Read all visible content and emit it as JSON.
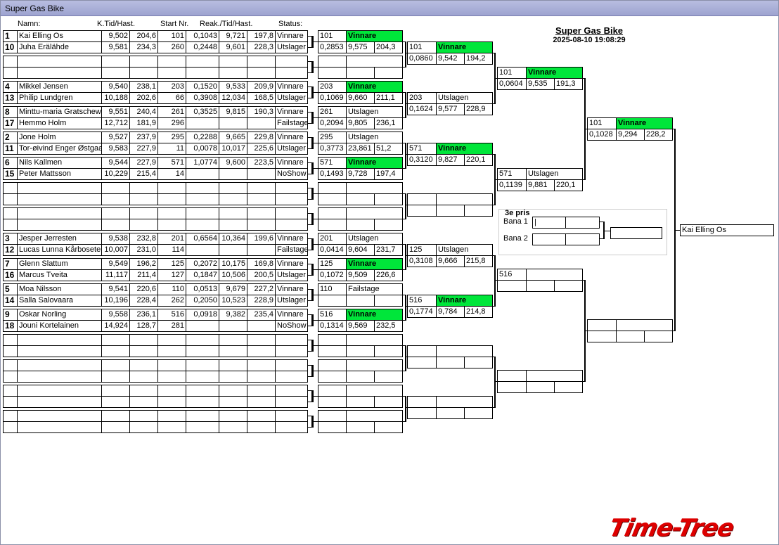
{
  "window": {
    "title": "Super Gas Bike"
  },
  "header": {
    "name": "Namn:",
    "ktid": "K.Tid/Hast.",
    "startnr": "Start Nr.",
    "reak": "Reak./Tid/Hast.",
    "status": "Status:"
  },
  "event": {
    "title": "Super Gas Bike",
    "datetime": "2025-08-10 19:08:29"
  },
  "third_place": {
    "label": "3e pris",
    "lane1": "Bana 1",
    "lane2": "Bana 2"
  },
  "champion": "Kai Elling Os",
  "logo_text": "Time-Tree",
  "colors": {
    "winner": "#00e63a",
    "logo": "#dd0000"
  },
  "round1": [
    {
      "seed": "1",
      "name": "Kai Elling Os",
      "kt": "9,502",
      "hast": "204,6",
      "nr": "101",
      "reak": "0,1043",
      "tid": "9,721",
      "h2": "197,8",
      "status": "Vinnare"
    },
    {
      "seed": "10",
      "name": "Juha Erälähde",
      "kt": "9,581",
      "hast": "234,3",
      "nr": "260",
      "reak": "0,2448",
      "tid": "9,601",
      "h2": "228,3",
      "status": "Utslager"
    },
    {
      "seed": "",
      "name": "",
      "kt": "",
      "hast": "",
      "nr": "",
      "reak": "",
      "tid": "",
      "h2": "",
      "status": ""
    },
    {
      "seed": "",
      "name": "",
      "kt": "",
      "hast": "",
      "nr": "",
      "reak": "",
      "tid": "",
      "h2": "",
      "status": ""
    },
    {
      "seed": "4",
      "name": "Mikkel Jensen",
      "kt": "9,540",
      "hast": "238,1",
      "nr": "203",
      "reak": "0,1520",
      "tid": "9,533",
      "h2": "209,9",
      "status": "Vinnare"
    },
    {
      "seed": "13",
      "name": "Philip Lundgren",
      "kt": "10,188",
      "hast": "202,6",
      "nr": "66",
      "reak": "0,3908",
      "tid": "12,034",
      "h2": "168,5",
      "status": "Utslager"
    },
    {
      "seed": "8",
      "name": "Minttu-maria Gratschew",
      "kt": "9,551",
      "hast": "240,4",
      "nr": "261",
      "reak": "0,3525",
      "tid": "9,815",
      "h2": "190,3",
      "status": "Vinnare"
    },
    {
      "seed": "17",
      "name": "Hemmo Holm",
      "kt": "12,712",
      "hast": "181,9",
      "nr": "296",
      "reak": "",
      "tid": "",
      "h2": "",
      "status": "Failstage"
    },
    {
      "seed": "2",
      "name": "Jone Holm",
      "kt": "9,527",
      "hast": "237,9",
      "nr": "295",
      "reak": "0,2288",
      "tid": "9,665",
      "h2": "229,8",
      "status": "Vinnare"
    },
    {
      "seed": "11",
      "name": "Tor-øivind Enger Østgaard",
      "kt": "9,583",
      "hast": "227,9",
      "nr": "11",
      "reak": "0,0078",
      "tid": "10,017",
      "h2": "225,6",
      "status": "Utslager"
    },
    {
      "seed": "6",
      "name": "Nils Kallmen",
      "kt": "9,544",
      "hast": "227,9",
      "nr": "571",
      "reak": "1,0774",
      "tid": "9,600",
      "h2": "223,5",
      "status": "Vinnare"
    },
    {
      "seed": "15",
      "name": "Peter Mattsson",
      "kt": "10,229",
      "hast": "215,4",
      "nr": "14",
      "reak": "",
      "tid": "",
      "h2": "",
      "status": "NoShow"
    },
    {
      "seed": "",
      "name": "",
      "kt": "",
      "hast": "",
      "nr": "",
      "reak": "",
      "tid": "",
      "h2": "",
      "status": ""
    },
    {
      "seed": "",
      "name": "",
      "kt": "",
      "hast": "",
      "nr": "",
      "reak": "",
      "tid": "",
      "h2": "",
      "status": ""
    },
    {
      "seed": "",
      "name": "",
      "kt": "",
      "hast": "",
      "nr": "",
      "reak": "",
      "tid": "",
      "h2": "",
      "status": ""
    },
    {
      "seed": "",
      "name": "",
      "kt": "",
      "hast": "",
      "nr": "",
      "reak": "",
      "tid": "",
      "h2": "",
      "status": ""
    },
    {
      "seed": "3",
      "name": "Jesper Jerresten",
      "kt": "9,538",
      "hast": "232,8",
      "nr": "201",
      "reak": "0,6564",
      "tid": "10,364",
      "h2": "199,6",
      "status": "Vinnare"
    },
    {
      "seed": "12",
      "name": "Lucas Lunna Kårbosete",
      "kt": "10,007",
      "hast": "231,0",
      "nr": "114",
      "reak": "",
      "tid": "",
      "h2": "",
      "status": "Failstage"
    },
    {
      "seed": "7",
      "name": "Glenn Slattum",
      "kt": "9,549",
      "hast": "196,2",
      "nr": "125",
      "reak": "0,2072",
      "tid": "10,175",
      "h2": "169,8",
      "status": "Vinnare"
    },
    {
      "seed": "16",
      "name": "Marcus Tveita",
      "kt": "11,117",
      "hast": "211,4",
      "nr": "127",
      "reak": "0,1847",
      "tid": "10,506",
      "h2": "200,5",
      "status": "Utslager"
    },
    {
      "seed": "5",
      "name": "Moa Nilsson",
      "kt": "9,541",
      "hast": "220,6",
      "nr": "110",
      "reak": "0,0513",
      "tid": "9,679",
      "h2": "227,2",
      "status": "Vinnare"
    },
    {
      "seed": "14",
      "name": "Salla Salovaara",
      "kt": "10,196",
      "hast": "228,4",
      "nr": "262",
      "reak": "0,2050",
      "tid": "10,523",
      "h2": "228,9",
      "status": "Utslager"
    },
    {
      "seed": "9",
      "name": "Oskar Norling",
      "kt": "9,558",
      "hast": "236,1",
      "nr": "516",
      "reak": "0,0918",
      "tid": "9,382",
      "h2": "235,4",
      "status": "Vinnare"
    },
    {
      "seed": "18",
      "name": "Jouni Kortelainen",
      "kt": "14,924",
      "hast": "128,7",
      "nr": "281",
      "reak": "",
      "tid": "",
      "h2": "",
      "status": "NoShow"
    },
    {
      "seed": "",
      "name": "",
      "kt": "",
      "hast": "",
      "nr": "",
      "reak": "",
      "tid": "",
      "h2": "",
      "status": ""
    },
    {
      "seed": "",
      "name": "",
      "kt": "",
      "hast": "",
      "nr": "",
      "reak": "",
      "tid": "",
      "h2": "",
      "status": ""
    },
    {
      "seed": "",
      "name": "",
      "kt": "",
      "hast": "",
      "nr": "",
      "reak": "",
      "tid": "",
      "h2": "",
      "status": ""
    },
    {
      "seed": "",
      "name": "",
      "kt": "",
      "hast": "",
      "nr": "",
      "reak": "",
      "tid": "",
      "h2": "",
      "status": ""
    },
    {
      "seed": "",
      "name": "",
      "kt": "",
      "hast": "",
      "nr": "",
      "reak": "",
      "tid": "",
      "h2": "",
      "status": ""
    },
    {
      "seed": "",
      "name": "",
      "kt": "",
      "hast": "",
      "nr": "",
      "reak": "",
      "tid": "",
      "h2": "",
      "status": ""
    },
    {
      "seed": "",
      "name": "",
      "kt": "",
      "hast": "",
      "nr": "",
      "reak": "",
      "tid": "",
      "h2": "",
      "status": ""
    },
    {
      "seed": "",
      "name": "",
      "kt": "",
      "hast": "",
      "nr": "",
      "reak": "",
      "tid": "",
      "h2": "",
      "status": ""
    }
  ],
  "round2": [
    {
      "nr": "101",
      "status": "Vinnare",
      "win": true,
      "reak": "0,2853",
      "tid": "9,575",
      "h": "204,3"
    },
    {
      "nr": "",
      "status": "",
      "win": false,
      "reak": "",
      "tid": "",
      "h": ""
    },
    {
      "nr": "203",
      "status": "Vinnare",
      "win": true,
      "reak": "0,1069",
      "tid": "9,660",
      "h": "211,1"
    },
    {
      "nr": "261",
      "status": "Utslagen",
      "win": false,
      "reak": "0,2094",
      "tid": "9,805",
      "h": "236,1"
    },
    {
      "nr": "295",
      "status": "Utslagen",
      "win": false,
      "reak": "0,3773",
      "tid": "23,861",
      "h": "51,2"
    },
    {
      "nr": "571",
      "status": "Vinnare",
      "win": true,
      "reak": "0,1493",
      "tid": "9,728",
      "h": "197,4"
    },
    {
      "nr": "",
      "status": "",
      "win": false,
      "reak": "",
      "tid": "",
      "h": ""
    },
    {
      "nr": "",
      "status": "",
      "win": false,
      "reak": "",
      "tid": "",
      "h": ""
    },
    {
      "nr": "201",
      "status": "Utslagen",
      "win": false,
      "reak": "0,0414",
      "tid": "9,604",
      "h": "231,7"
    },
    {
      "nr": "125",
      "status": "Vinnare",
      "win": true,
      "reak": "0,1072",
      "tid": "9,509",
      "h": "226,6"
    },
    {
      "nr": "110",
      "status": "Failstage",
      "win": false,
      "reak": "",
      "tid": "",
      "h": ""
    },
    {
      "nr": "516",
      "status": "Vinnare",
      "win": true,
      "reak": "0,1314",
      "tid": "9,569",
      "h": "232,5"
    },
    {
      "nr": "",
      "status": "",
      "win": false,
      "reak": "",
      "tid": "",
      "h": ""
    },
    {
      "nr": "",
      "status": "",
      "win": false,
      "reak": "",
      "tid": "",
      "h": ""
    },
    {
      "nr": "",
      "status": "",
      "win": false,
      "reak": "",
      "tid": "",
      "h": ""
    },
    {
      "nr": "",
      "status": "",
      "win": false,
      "reak": "",
      "tid": "",
      "h": ""
    }
  ],
  "round3": [
    {
      "nr": "101",
      "status": "Vinnare",
      "win": true,
      "reak": "0,0860",
      "tid": "9,542",
      "h": "194,2"
    },
    {
      "nr": "203",
      "status": "Utslagen",
      "win": false,
      "reak": "0,1624",
      "tid": "9,577",
      "h": "228,9"
    },
    {
      "nr": "571",
      "status": "Vinnare",
      "win": true,
      "reak": "0,3120",
      "tid": "9,827",
      "h": "220,1"
    },
    {
      "nr": "",
      "status": "",
      "win": false,
      "reak": "",
      "tid": "",
      "h": ""
    },
    {
      "nr": "125",
      "status": "Utslagen",
      "win": false,
      "reak": "0,3108",
      "tid": "9,666",
      "h": "215,8"
    },
    {
      "nr": "516",
      "status": "Vinnare",
      "win": true,
      "reak": "0,1774",
      "tid": "9,784",
      "h": "214,8"
    },
    {
      "nr": "",
      "status": "",
      "win": false,
      "reak": "",
      "tid": "",
      "h": ""
    },
    {
      "nr": "",
      "status": "",
      "win": false,
      "reak": "",
      "tid": "",
      "h": ""
    }
  ],
  "round4": [
    {
      "nr": "101",
      "status": "Vinnare",
      "win": true,
      "reak": "0,0604",
      "tid": "9,535",
      "h": "191,3"
    },
    {
      "nr": "571",
      "status": "Utslagen",
      "win": false,
      "reak": "0,1139",
      "tid": "9,881",
      "h": "220,1"
    },
    {
      "nr": "516",
      "status": "",
      "win": false,
      "reak": "",
      "tid": "",
      "h": ""
    },
    {
      "nr": "",
      "status": "",
      "win": false,
      "reak": "",
      "tid": "",
      "h": ""
    }
  ],
  "round5": [
    {
      "nr": "101",
      "status": "Vinnare",
      "win": true,
      "reak": "0,1028",
      "tid": "9,294",
      "h": "228,2"
    },
    {
      "nr": "",
      "status": "",
      "win": false,
      "reak": "",
      "tid": "",
      "h": ""
    }
  ]
}
